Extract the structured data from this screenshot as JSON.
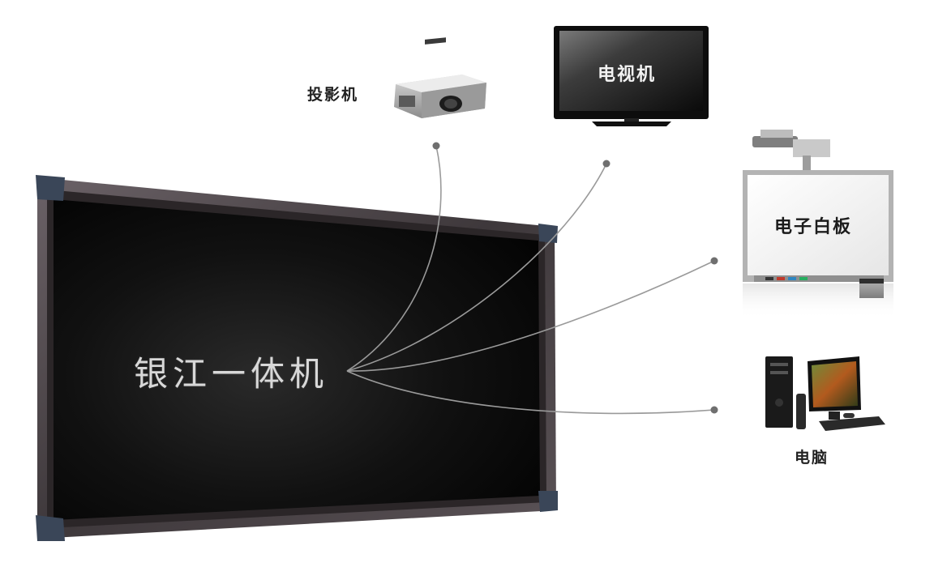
{
  "main_panel": {
    "title": "银江一体机"
  },
  "devices": [
    {
      "label": "投影机"
    },
    {
      "label": "电视机"
    },
    {
      "label": "电子白板"
    },
    {
      "label": "电脑"
    }
  ],
  "colors": {
    "background": "#ffffff",
    "panel_frame": "#4a4347",
    "panel_screen": "#0c0c0c",
    "connector_line": "#8a8a8a",
    "connector_dot": "#6f6f6f"
  }
}
